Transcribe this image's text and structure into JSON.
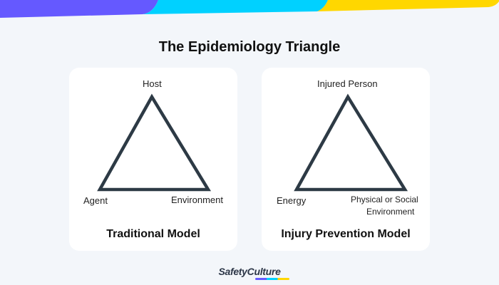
{
  "title": "The Epidemiology Triangle",
  "colors": {
    "background": "#f3f6fa",
    "banner_purple": "#6559ff",
    "banner_cyan": "#00d1ff",
    "banner_yellow": "#ffd700",
    "triangle_stroke": "#2d3a45"
  },
  "models": [
    {
      "name": "Traditional Model",
      "top": "Host",
      "bottom_left": "Agent",
      "bottom_right": "Environment"
    },
    {
      "name": "Injury Prevention Model",
      "top": "Injured Person",
      "bottom_left": "Energy",
      "bottom_right_line1": "Physical or Social",
      "bottom_right_line2": "Environment"
    }
  ],
  "logo": {
    "text": "SafetyCulture"
  }
}
